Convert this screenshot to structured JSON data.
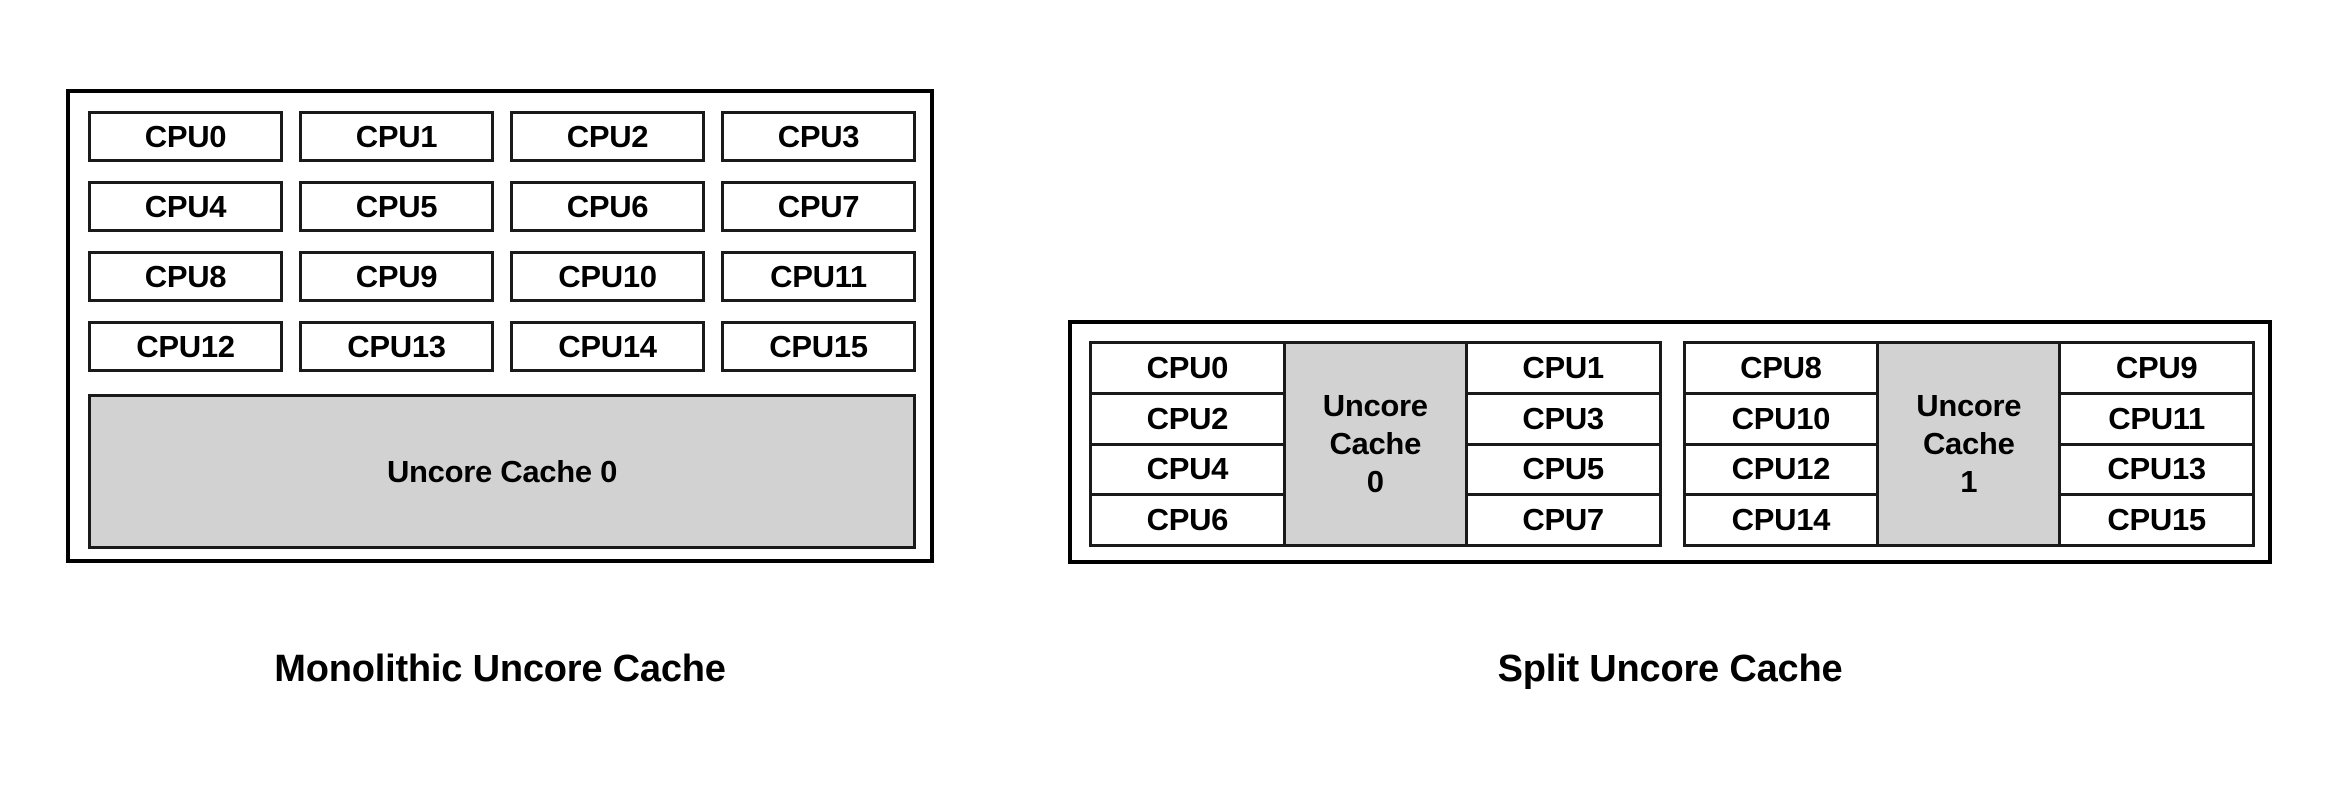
{
  "figure": {
    "kind": "diagram",
    "subject": "CPU uncore cache topology comparison",
    "background_color": "#FFFFFF",
    "line_color": "#000000",
    "cache_fill_color": "#D2D2D2",
    "cpu_fill_color": "#FFFFFF"
  },
  "monolithic": {
    "caption": "Monolithic Uncore Cache",
    "cpu_grid": {
      "columns": 4,
      "rows": 4,
      "labels": [
        "CPU0",
        "CPU1",
        "CPU2",
        "CPU3",
        "CPU4",
        "CPU5",
        "CPU6",
        "CPU7",
        "CPU8",
        "CPU9",
        "CPU10",
        "CPU11",
        "CPU12",
        "CPU13",
        "CPU14",
        "CPU15"
      ]
    },
    "cache": {
      "label": "Uncore Cache 0"
    }
  },
  "split": {
    "caption": "Split Uncore Cache",
    "groups": [
      {
        "left_column": [
          "CPU0",
          "CPU2",
          "CPU4",
          "CPU6"
        ],
        "cache": {
          "line1": "Uncore",
          "line2": "Cache",
          "line3": "0"
        },
        "right_column": [
          "CPU1",
          "CPU3",
          "CPU5",
          "CPU7"
        ]
      },
      {
        "left_column": [
          "CPU8",
          "CPU10",
          "CPU12",
          "CPU14"
        ],
        "cache": {
          "line1": "Uncore",
          "line2": "Cache",
          "line3": "1"
        },
        "right_column": [
          "CPU9",
          "CPU11",
          "CPU13",
          "CPU15"
        ]
      }
    ]
  }
}
